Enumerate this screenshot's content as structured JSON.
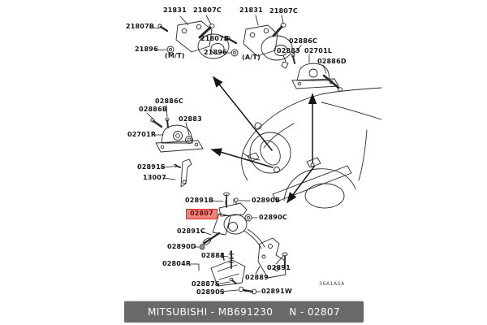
{
  "diagram": {
    "part_labels": [
      {
        "id": "21831-mt",
        "text": "21831"
      },
      {
        "id": "21807c-mt",
        "text": "21807C"
      },
      {
        "id": "21807b-mt",
        "text": "21807B"
      },
      {
        "id": "21896-mt",
        "text": "21896"
      },
      {
        "id": "mt-note",
        "text": "(M/T)"
      },
      {
        "id": "21831-at",
        "text": "21831"
      },
      {
        "id": "21807c-at",
        "text": "21807C"
      },
      {
        "id": "21807b-at",
        "text": "21807B"
      },
      {
        "id": "21896-at",
        "text": "21896"
      },
      {
        "id": "at-note",
        "text": "(A/T)"
      },
      {
        "id": "02886c-right",
        "text": "02886C"
      },
      {
        "id": "02883-right",
        "text": "02883"
      },
      {
        "id": "02701l",
        "text": "02701L"
      },
      {
        "id": "02886d",
        "text": "02886D"
      },
      {
        "id": "02886c-left",
        "text": "02886C"
      },
      {
        "id": "02886b",
        "text": "02886B"
      },
      {
        "id": "02883-left",
        "text": "02883"
      },
      {
        "id": "02701r",
        "text": "02701R"
      },
      {
        "id": "02891s",
        "text": "02891S"
      },
      {
        "id": "13007",
        "text": "13007"
      },
      {
        "id": "02891b",
        "text": "02891B"
      },
      {
        "id": "02890b",
        "text": "02890B"
      },
      {
        "id": "02807",
        "text": "02807",
        "highlighted": true
      },
      {
        "id": "02890c",
        "text": "02890C"
      },
      {
        "id": "02891c",
        "text": "02891C"
      },
      {
        "id": "02890d",
        "text": "02890D"
      },
      {
        "id": "02888",
        "text": "02888"
      },
      {
        "id": "02804r",
        "text": "02804R"
      },
      {
        "id": "02891",
        "text": "02891"
      },
      {
        "id": "02889",
        "text": "02889"
      },
      {
        "id": "02887s",
        "text": "02887S"
      },
      {
        "id": "02890s",
        "text": "02890S"
      },
      {
        "id": "02891w",
        "text": "02891W"
      }
    ],
    "highlighted_part": "02807",
    "watermark": "36A1ASA",
    "colors": {
      "highlight_bg": "#f2837b",
      "highlight_border": "#dd2a22",
      "highlight_text": "#641210",
      "footer_bg": "#696969",
      "line_art": "#222222"
    }
  },
  "footer": {
    "brand_part": "MITSUBISHI - MB691230",
    "ref": "N - 02807"
  }
}
